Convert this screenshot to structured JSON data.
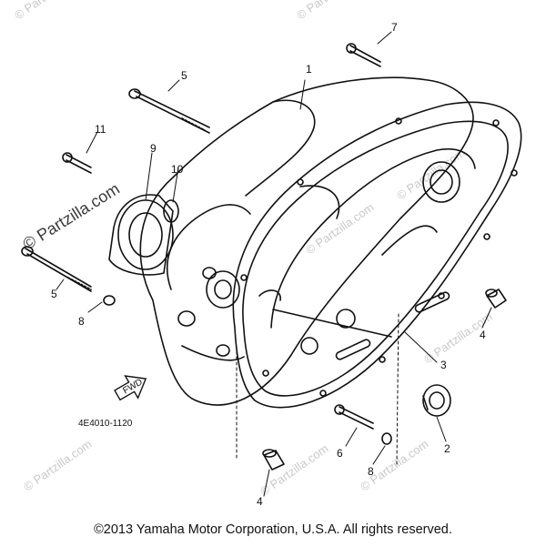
{
  "watermark": "© Partzilla.com",
  "brand": "© Partzilla.com",
  "part_code": "4E4010-1120",
  "arrow_label": "FWD",
  "copyright": "©2013 Yamaha Motor Corporation, U.S.A. All rights reserved.",
  "callouts": [
    "1",
    "2",
    "3",
    "4",
    "4",
    "5",
    "5",
    "6",
    "7",
    "8",
    "8",
    "9",
    "10",
    "11"
  ]
}
